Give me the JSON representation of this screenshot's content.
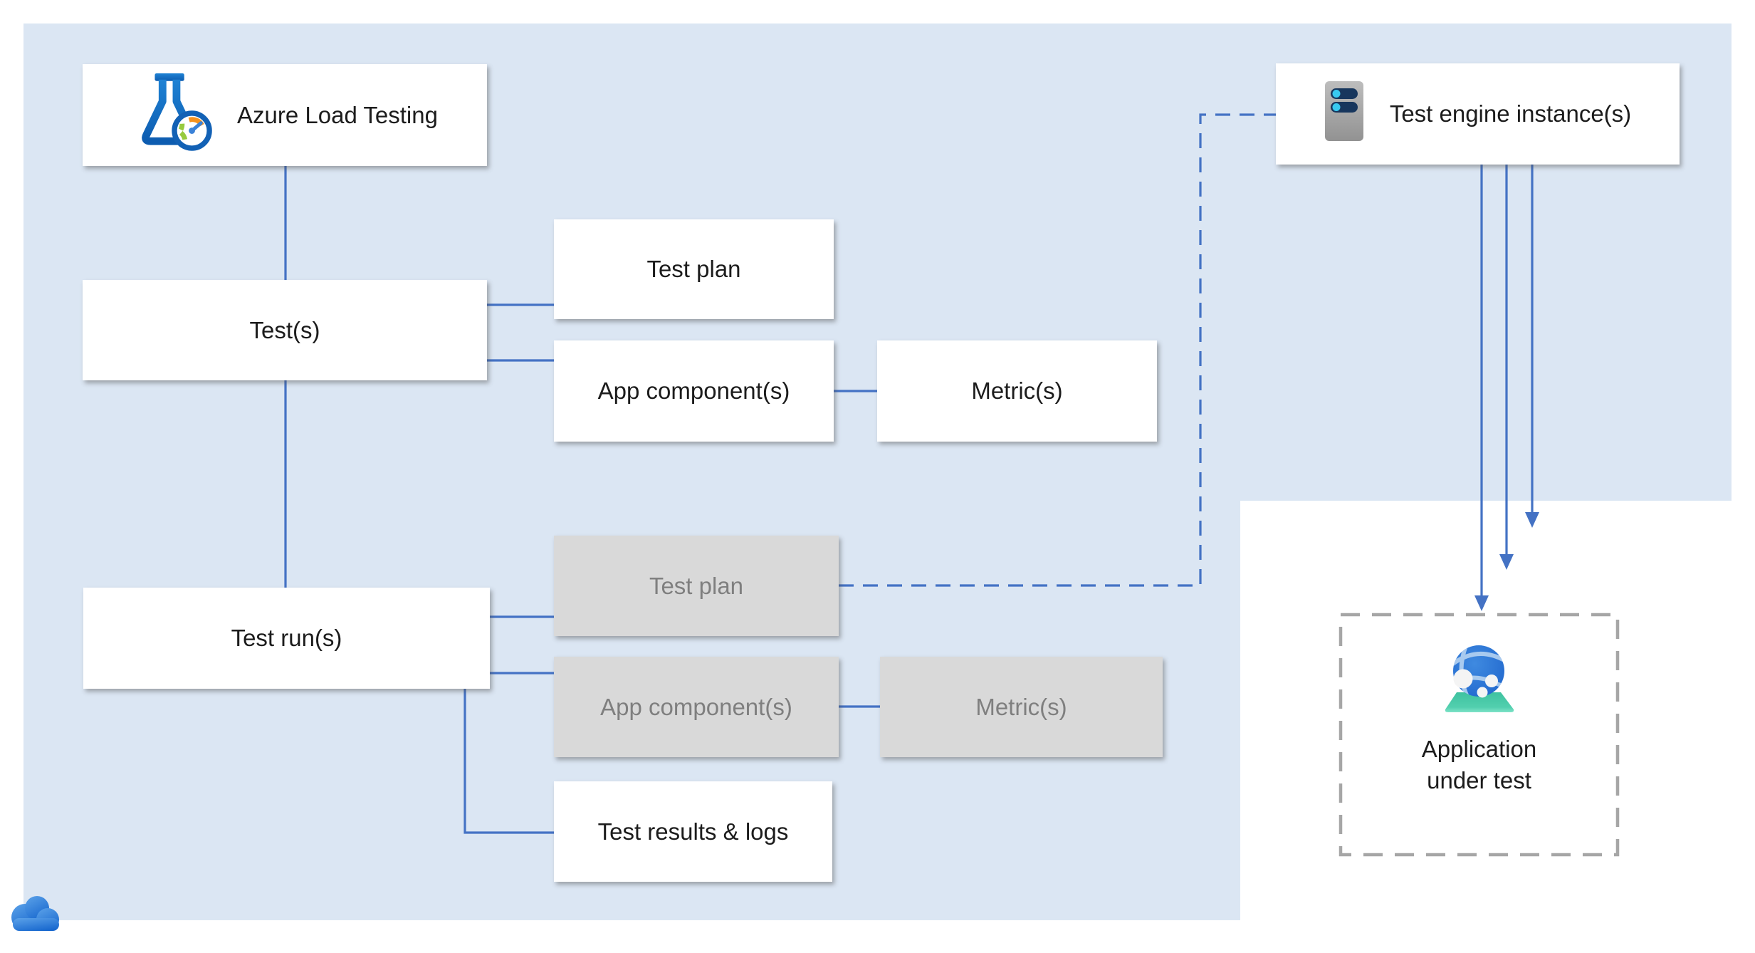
{
  "colors": {
    "canvas_bg": "#ffffff",
    "panel_blue": "#dbe6f3",
    "node_white": "#ffffff",
    "node_gray": "#d9d9d9",
    "text_dark": "#1c1c1c",
    "text_gray": "#7f7f7f",
    "connector_blue": "#4472c4",
    "dashed_border_gray": "#a6a6a6"
  },
  "nodes": {
    "azure_load_testing": {
      "label": "Azure Load Testing",
      "icon": "load-testing-flask-gauge-icon"
    },
    "test_engine": {
      "label": "Test engine instance(s)",
      "icon": "server-icon"
    },
    "tests": {
      "label": "Test(s)"
    },
    "test_plan": {
      "label": "Test plan"
    },
    "app_components": {
      "label": "App component(s)"
    },
    "metrics": {
      "label": "Metric(s)"
    },
    "test_runs": {
      "label": "Test run(s)"
    },
    "test_plan_run": {
      "label": "Test plan"
    },
    "app_components_run": {
      "label": "App component(s)"
    },
    "metrics_run": {
      "label": "Metric(s)"
    },
    "test_results": {
      "label": "Test results & logs"
    },
    "application_under_test": {
      "label_line1": "Application",
      "label_line2": "under test",
      "icon": "web-app-globe-icon"
    }
  },
  "decorations": {
    "cloud_icon": "azure-cloud-icon"
  }
}
